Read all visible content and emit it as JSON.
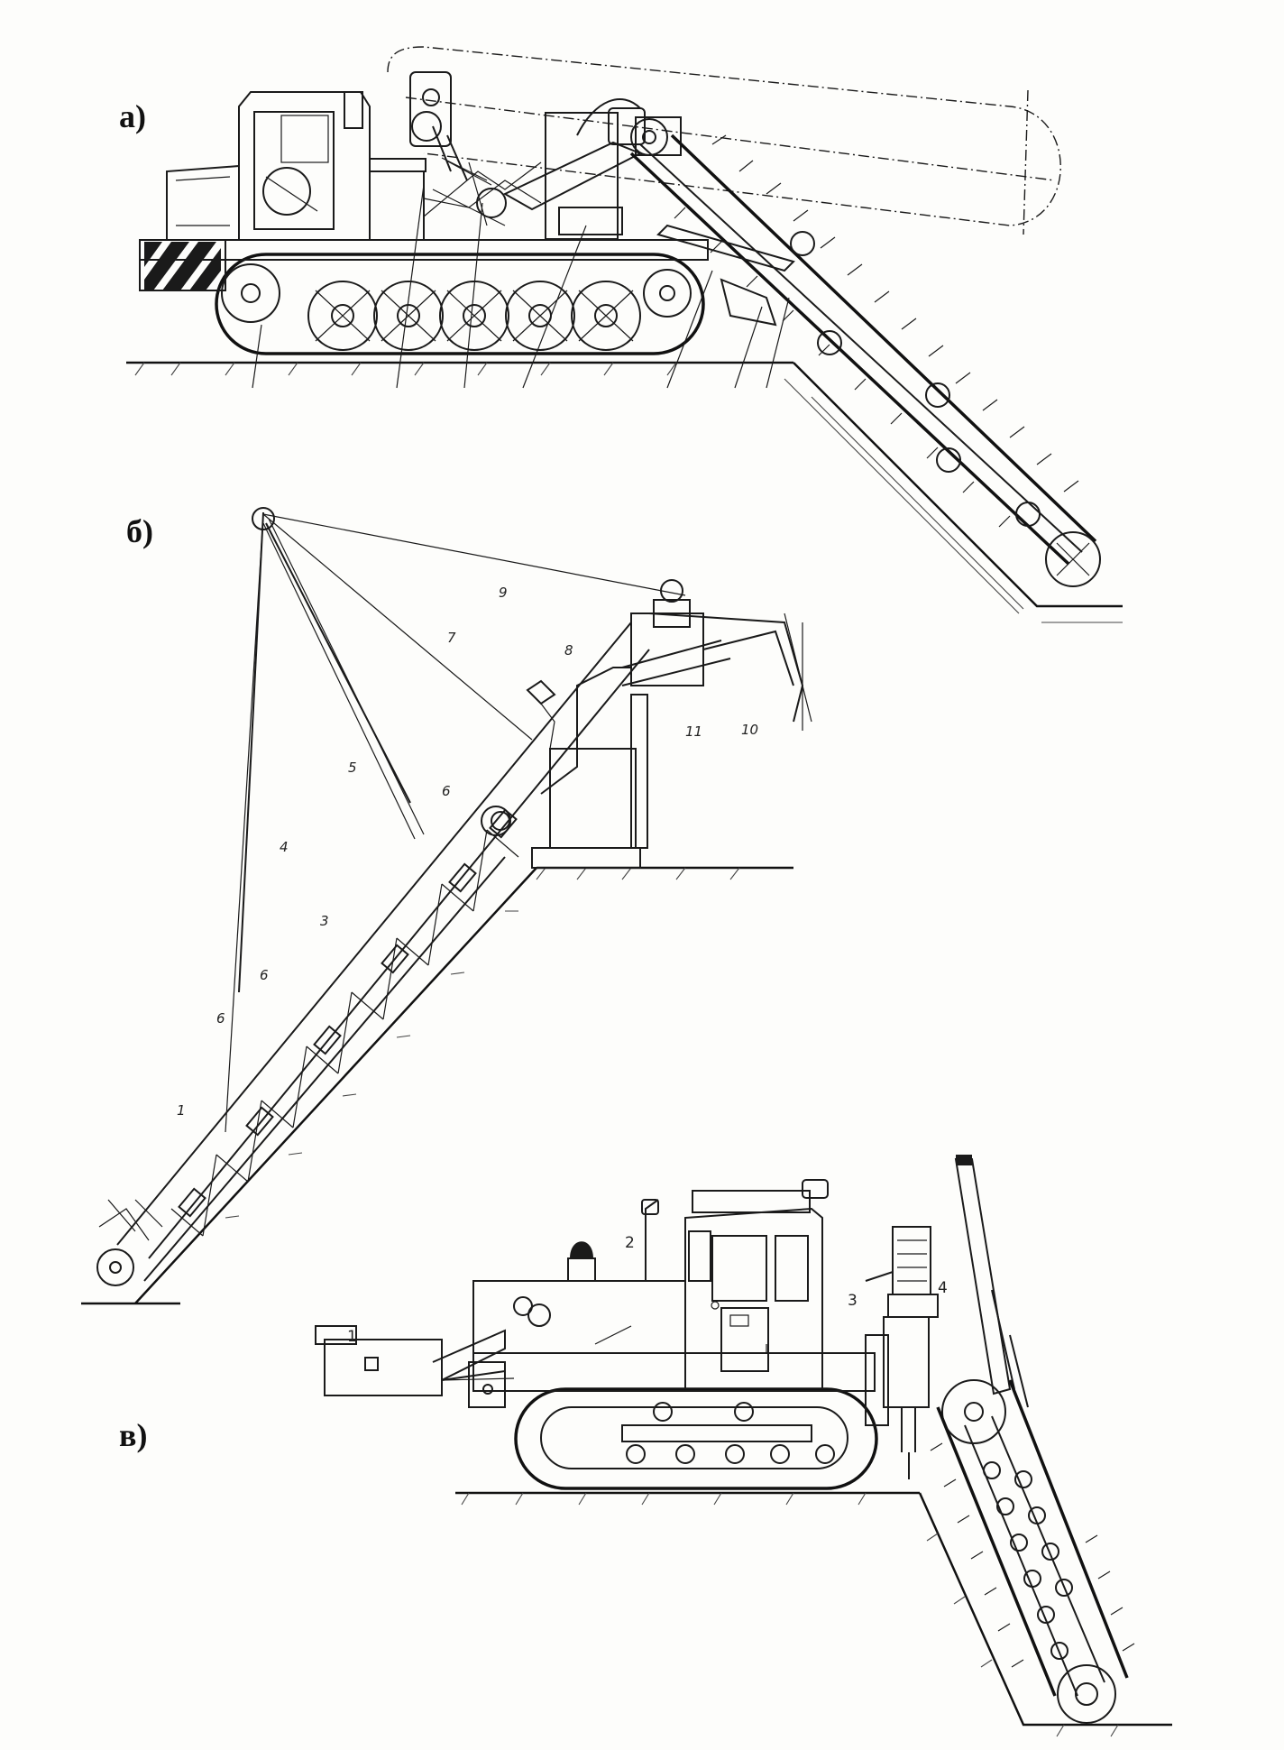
{
  "panels": [
    {
      "id": "a",
      "label": "а)"
    },
    {
      "id": "b",
      "label": "б)"
    },
    {
      "id": "v",
      "label": "в)"
    }
  ],
  "panel_b_callouts": [
    "9",
    "7",
    "8",
    "11",
    "10",
    "5",
    "6",
    "4",
    "3",
    "6",
    "6",
    "1"
  ],
  "panel_v_callouts": [
    "2",
    "3",
    "4",
    "1"
  ]
}
